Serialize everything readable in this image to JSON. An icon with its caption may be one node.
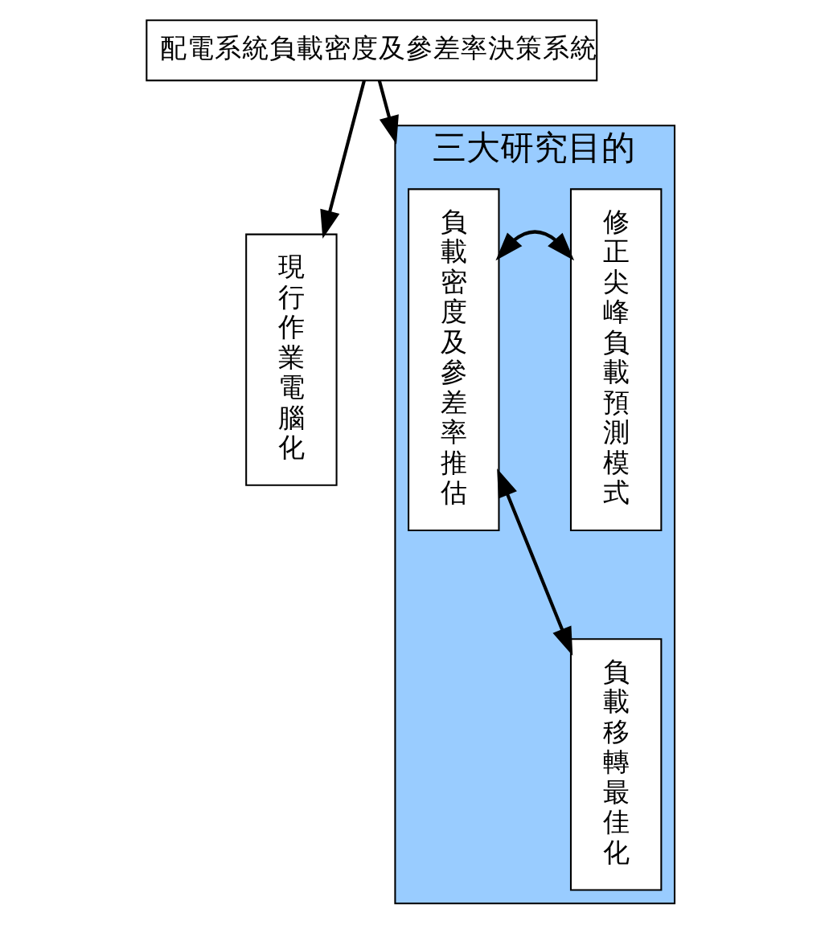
{
  "diagram": {
    "nodes": [
      {
        "text": [
          "配電系統負載密度及參差率決策系統"
        ]
      },
      {
        "text": [
          "現行作業電腦化"
        ]
      },
      {
        "text": [
          "三大研究目的"
        ]
      },
      {
        "text": [
          "負載密度及參差率推估"
        ],
        "in": 2
      },
      {
        "text": [
          "修正尖峰負載預測模式"
        ],
        "in": 2
      },
      {
        "text": [
          "負載移轉最佳化"
        ],
        "in": 2
      }
    ],
    "edges": [
      {
        "from": 0,
        "to": 1,
        "arrow": "to"
      },
      {
        "from": 0,
        "to": 2,
        "arrow": "to"
      },
      {
        "from": 3,
        "to": 4,
        "arrow": "both"
      },
      {
        "from": 3,
        "to": 5,
        "arrow": "both"
      }
    ]
  }
}
